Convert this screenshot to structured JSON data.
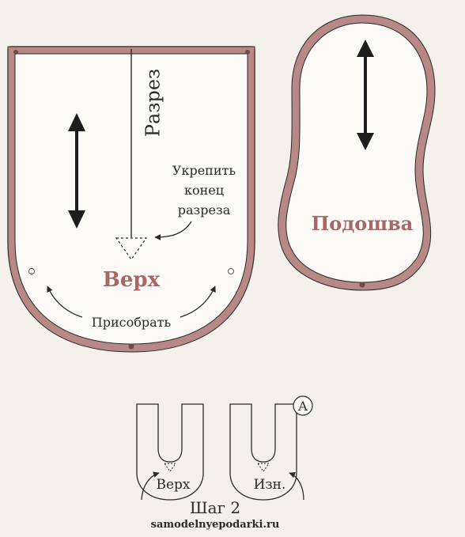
{
  "labels": {
    "razrez": "Разрез",
    "ukrepit_line1": "Укрепить",
    "ukrepit_line2": "конец",
    "ukrepit_line3": "разреза",
    "verkh": "Верх",
    "prisobrat": "Присобрать",
    "podoshva": "Подошва",
    "step_verkh": "Верх",
    "step_izn": "Изн.",
    "step_marker": "A",
    "step_title": "Шаг 2",
    "site": "samodelnyepodarki.ru"
  },
  "colors": {
    "background": "#f4f1ec",
    "piece_outline": "#b88885",
    "piece_fill": "#fbfaf7",
    "ink": "#2a2a2a",
    "accent_text": "#a86764"
  }
}
